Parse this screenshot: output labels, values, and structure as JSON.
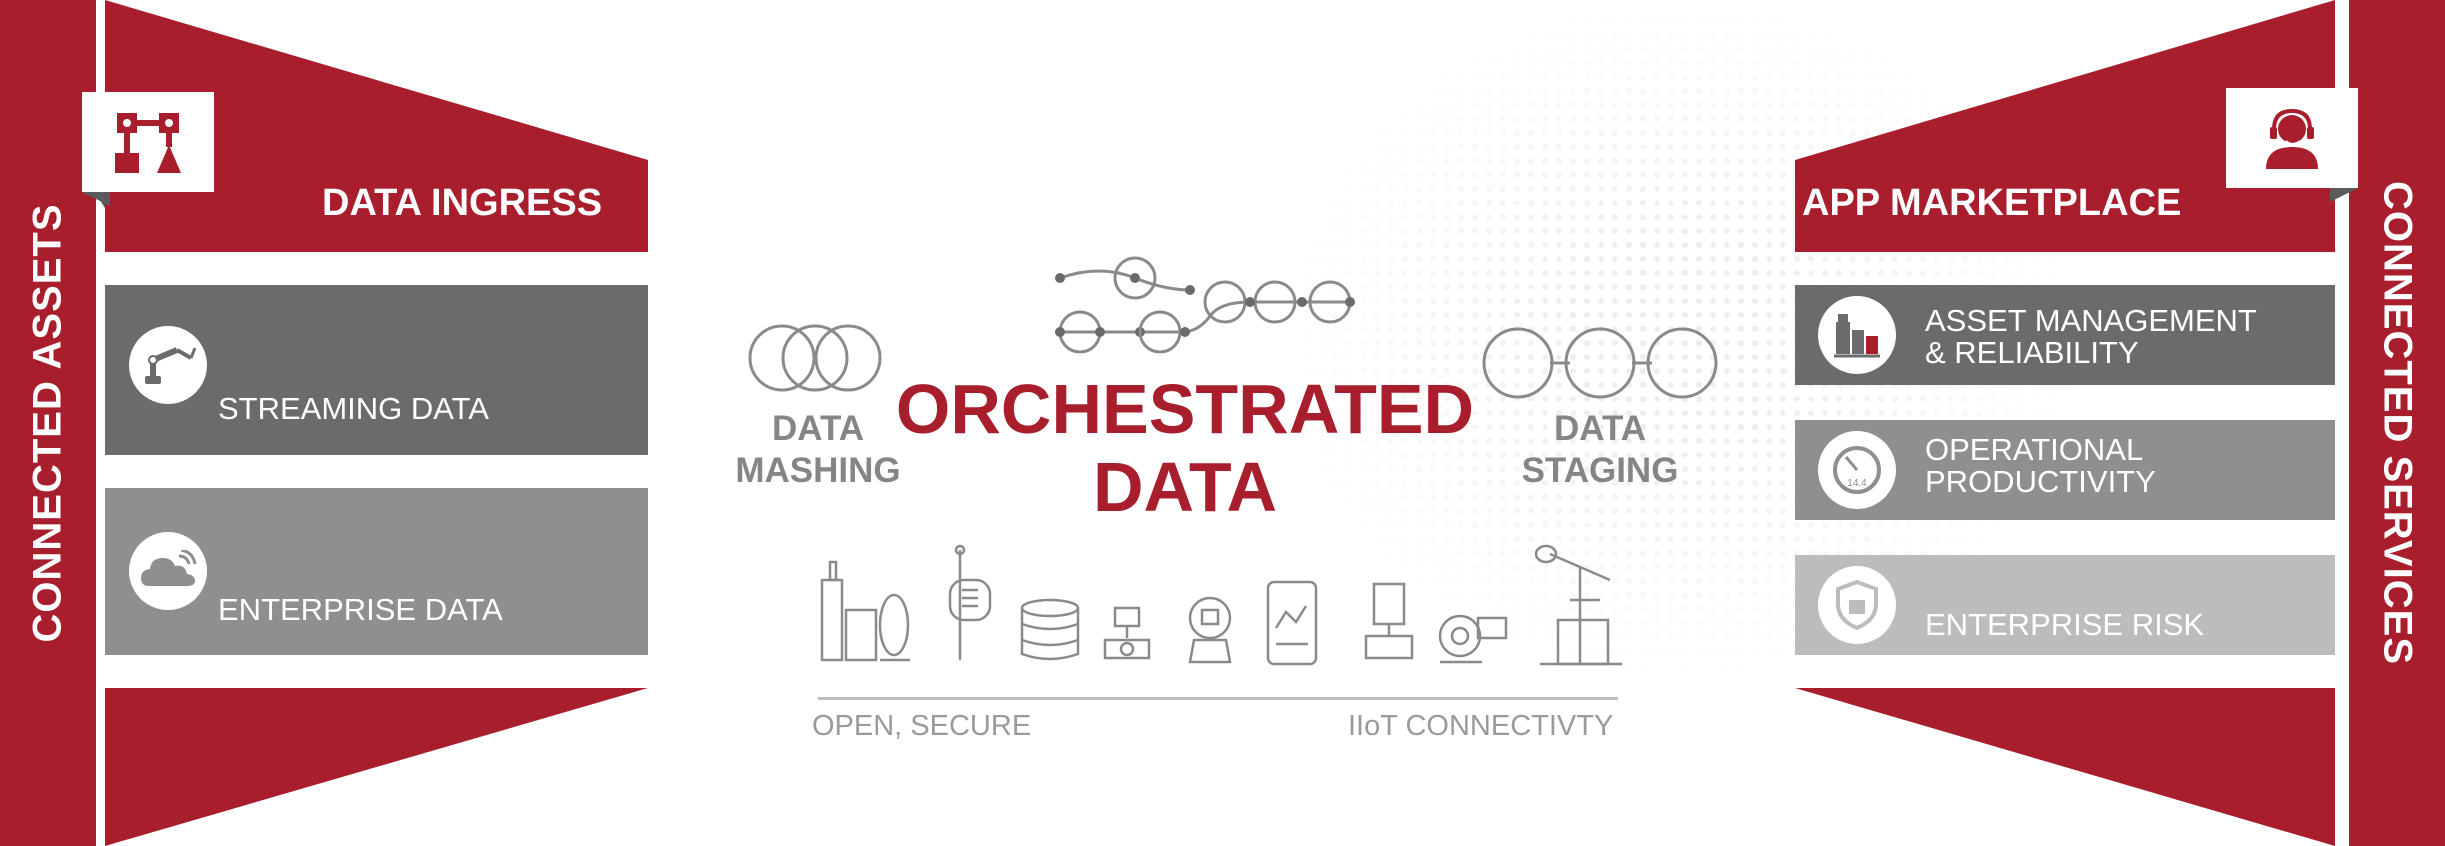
{
  "colors": {
    "brand_red": "#a81e2d",
    "dark_gray": "#6b6b6d",
    "mid_gray": "#8f8f91",
    "light_gray": "#bcbcbe",
    "text_gray": "#858585"
  },
  "left": {
    "side_label": "CONNECTED ASSETS",
    "icon": "connection-nodes-icon",
    "title": "DATA INGRESS",
    "items": [
      {
        "label": "STREAMING DATA",
        "icon": "robot-arm-icon"
      },
      {
        "label": "ENTERPRISE DATA",
        "icon": "cloud-icon"
      }
    ]
  },
  "right": {
    "side_label": "CONNECTED SERVICES",
    "icon": "support-agent-icon",
    "title": "APP MARKETPLACE",
    "items": [
      {
        "line1": "ASSET MANAGEMENT",
        "line2": "& RELIABILITY",
        "icon": "machinery-icon"
      },
      {
        "line1": "OPERATIONAL",
        "line2": "PRODUCTIVITY",
        "icon": "gauge-icon",
        "gauge_value": "14.4"
      },
      {
        "line1": "",
        "line2": "ENTERPRISE RISK",
        "icon": "shield-icon"
      }
    ]
  },
  "center": {
    "title_line1": "ORCHESTRATED",
    "title_line2": "DATA",
    "left_label_line1": "DATA",
    "left_label_line2": "MASHING",
    "right_label_line1": "DATA",
    "right_label_line2": "STAGING",
    "footer_left": "OPEN, SECURE",
    "footer_right": "IIoT CONNECTIVTY",
    "equipment_icons": [
      "factory-icon",
      "meter-icon",
      "database-icon",
      "valve-icon",
      "transmitter-icon",
      "tablet-icon",
      "actuator-valve-icon",
      "turbine-icon",
      "pumpjack-icon"
    ]
  }
}
